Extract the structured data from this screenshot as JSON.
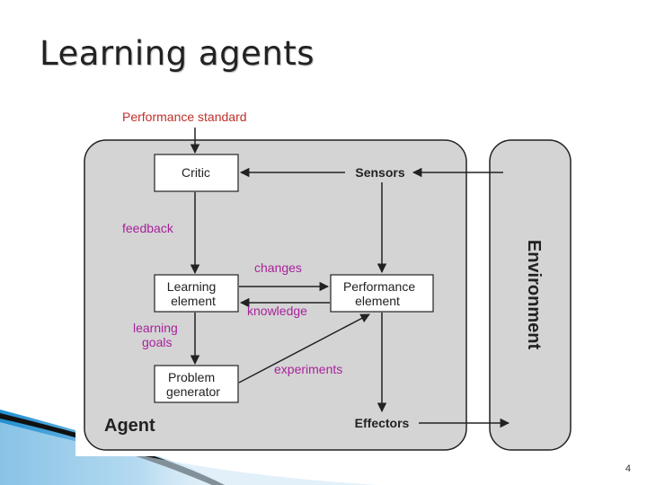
{
  "slide": {
    "title": "Learning agents",
    "page_number": "4"
  },
  "diagram": {
    "top_input": "Performance standard",
    "agent_label": "Agent",
    "environment_label": "Environment",
    "nodes": {
      "critic": "Critic",
      "learning_element": [
        "Learning",
        "element"
      ],
      "performance_element": [
        "Performance",
        "element"
      ],
      "problem_generator": [
        "Problem",
        "generator"
      ],
      "sensors": "Sensors",
      "effectors": "Effectors"
    },
    "edge_labels": {
      "feedback": "feedback",
      "changes": "changes",
      "knowledge": "knowledge",
      "learning_goals": [
        "learning",
        "goals"
      ],
      "experiments": "experiments"
    },
    "colors": {
      "agent_fill": "#d4d4d4",
      "node_fill": "#ffffff",
      "edge_label": "#a8229b",
      "stroke": "#222222"
    }
  }
}
